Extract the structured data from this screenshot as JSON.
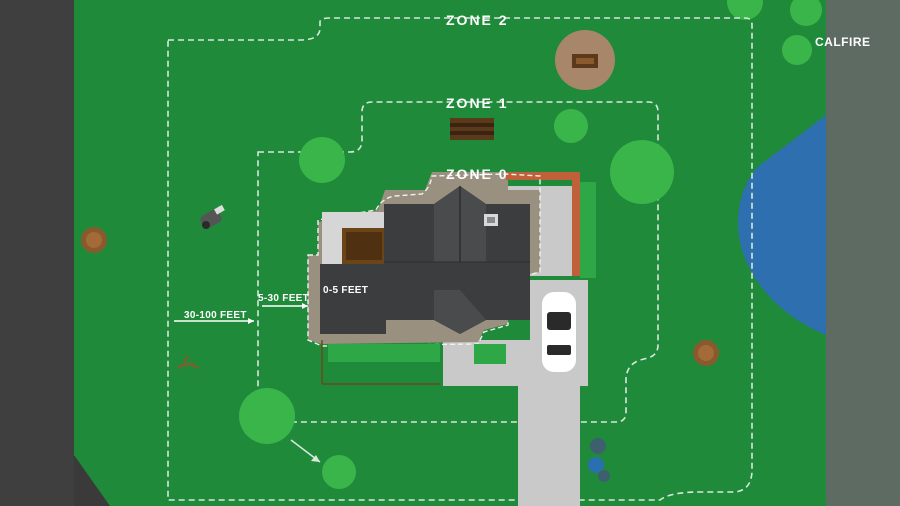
{
  "credit": "CALFIRE",
  "zones": [
    {
      "id": "zone-2",
      "label": "ZONE 2"
    },
    {
      "id": "zone-1",
      "label": "ZONE 1"
    },
    {
      "id": "zone-0",
      "label": "ZONE 0"
    }
  ],
  "distances": [
    {
      "id": "zone-2",
      "label": "30-100 FEET"
    },
    {
      "id": "zone-1",
      "label": "5-30 FEET"
    },
    {
      "id": "zone-0",
      "label": "0-5 FEET"
    }
  ],
  "colors": {
    "grass": "#1f8a3a",
    "zone_line": "#d9e8dc",
    "roof": "#3c3d3f",
    "roof_ridge": "#2c2d2f",
    "gravel": "#9a9080",
    "concrete": "#c9c9c9",
    "water": "#2e6fb0",
    "tree": "#3ab54a",
    "deck": "#c0603a",
    "car": "#ffffff"
  },
  "icons": [
    "lawn-mower-icon",
    "tree-stump-icon",
    "bench-icon",
    "car-icon",
    "trash-bin-icon",
    "picnic-table-icon"
  ]
}
